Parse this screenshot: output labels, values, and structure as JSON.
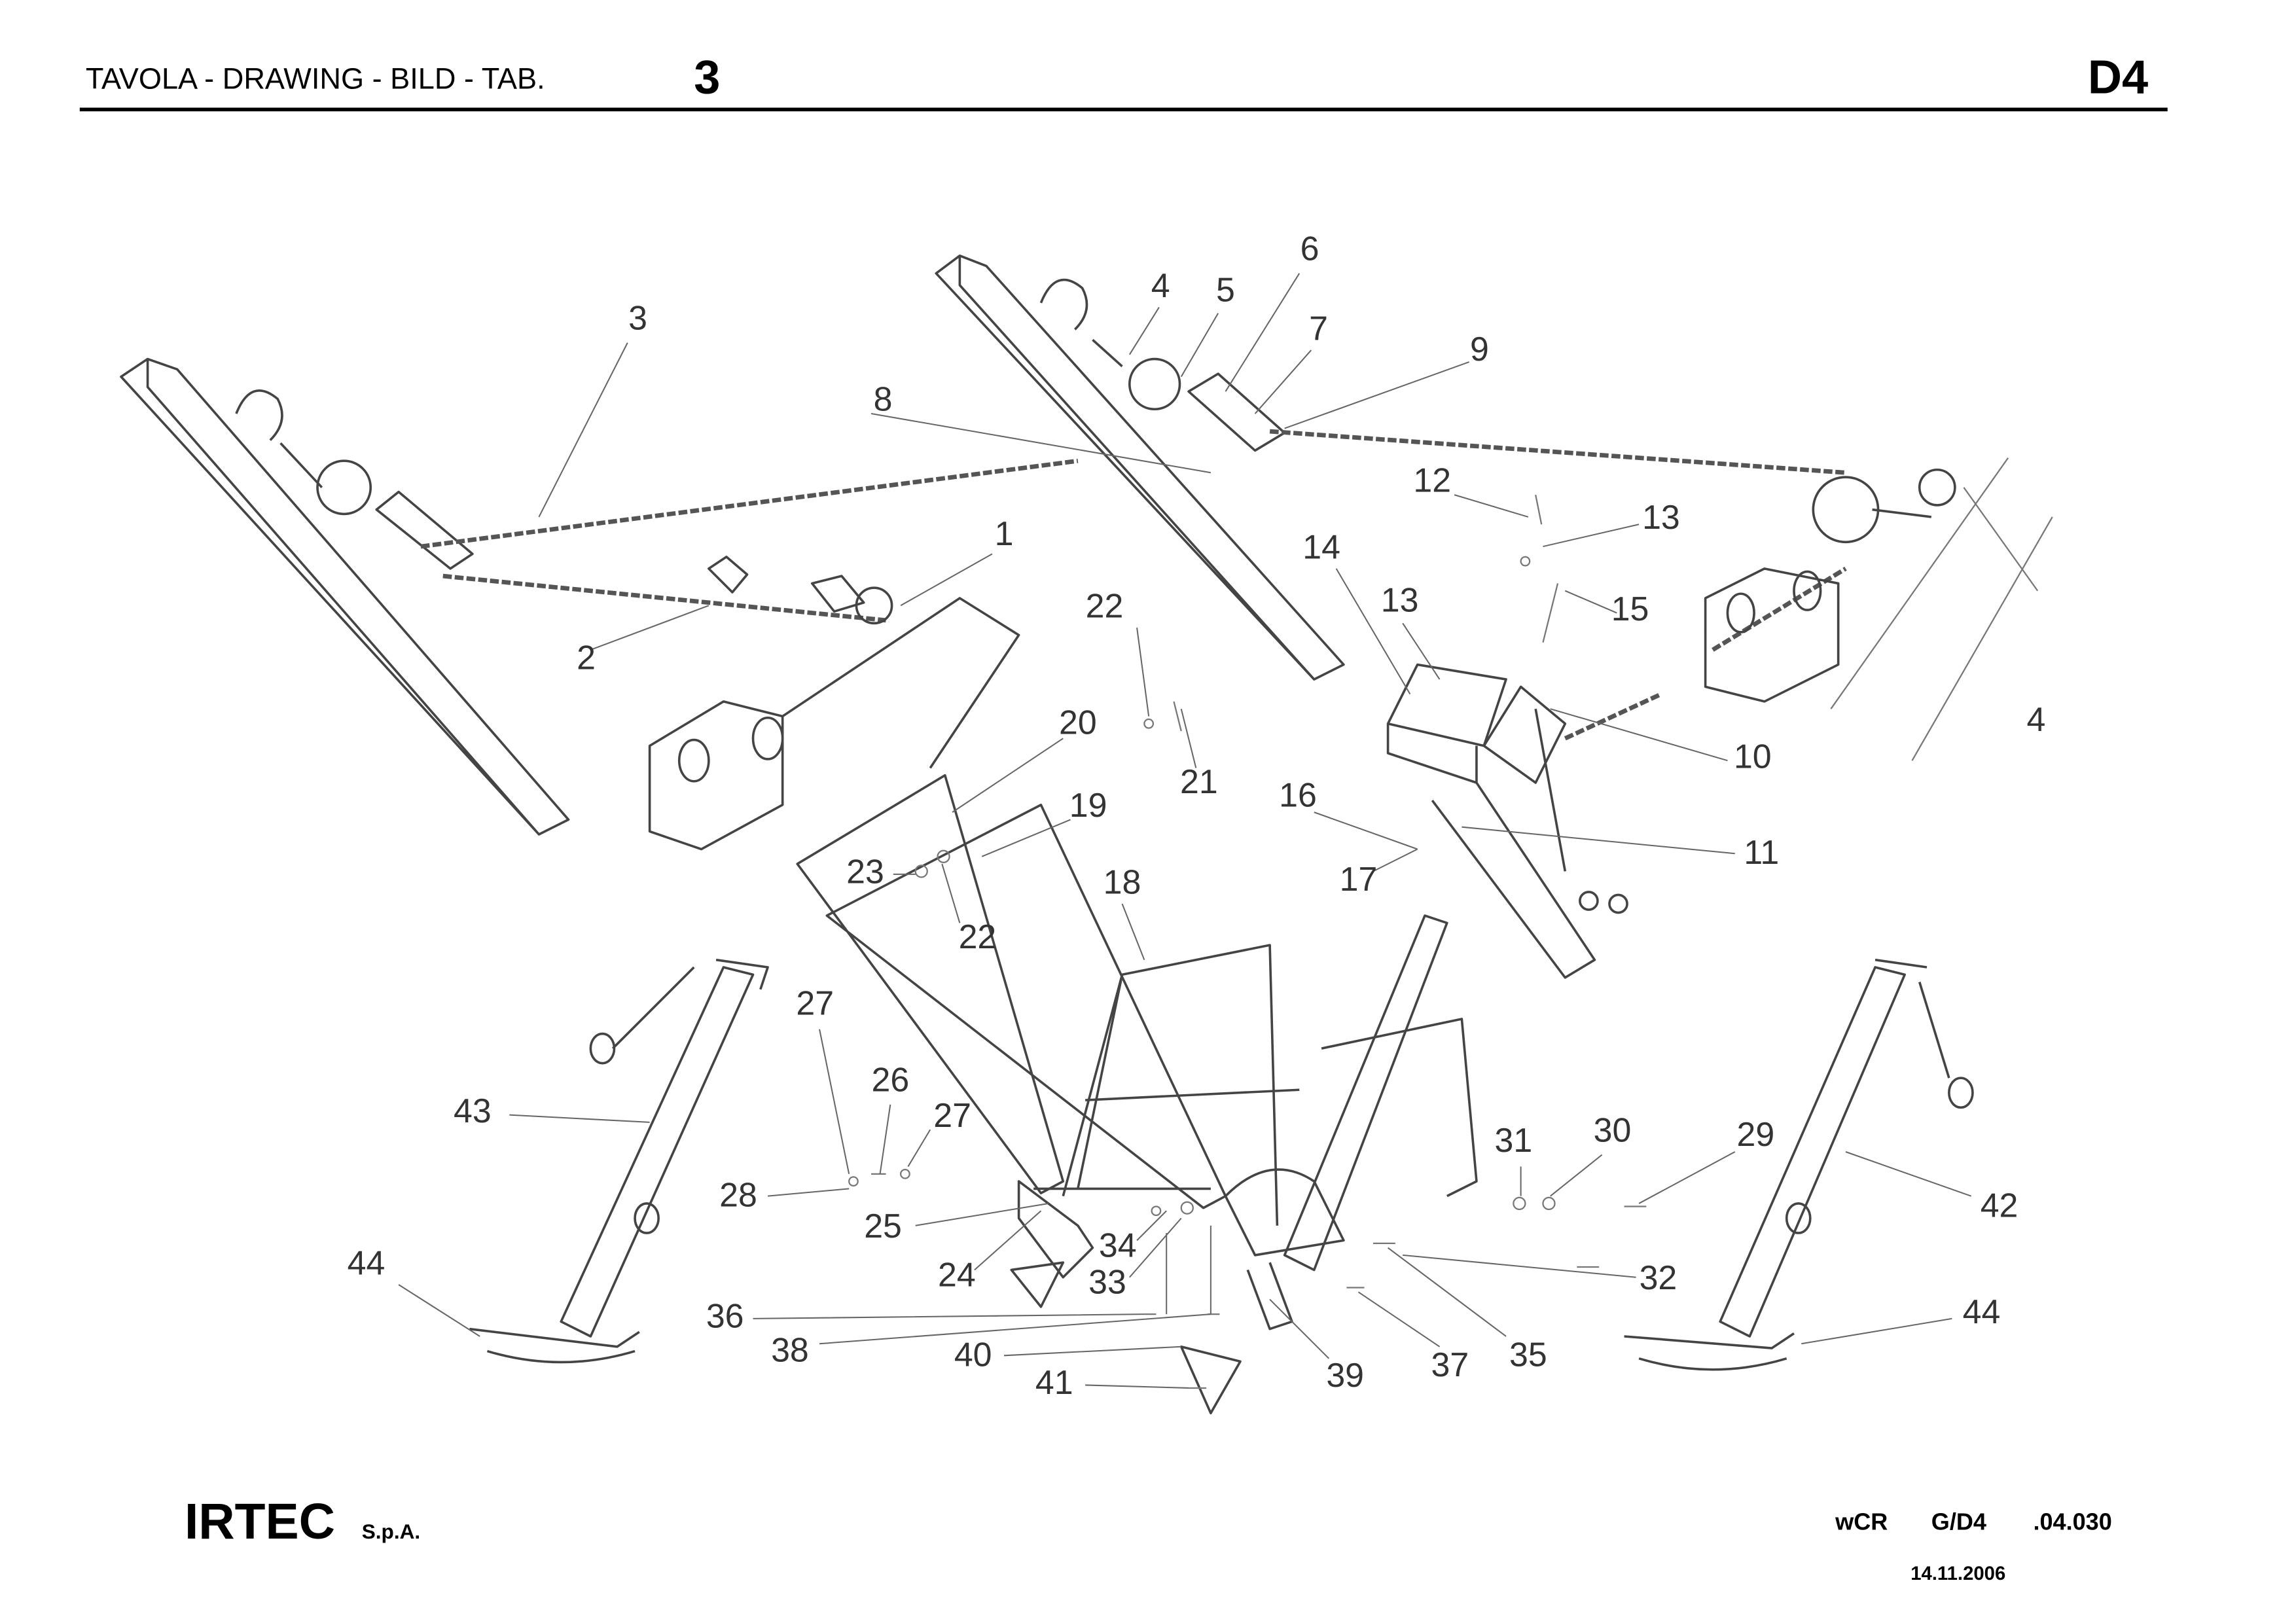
{
  "header": {
    "title": "TAVOLA - DRAWING - BILD - TAB.",
    "table_number": "3",
    "sheet_code": "D4"
  },
  "footer": {
    "company": "IRTEC",
    "company_suffix": "S.p.A.",
    "code_model": "wCR",
    "code_group": "G/D4",
    "code_number": ".04.030",
    "date": "14.11.2006"
  },
  "drawing": {
    "callouts": [
      "3",
      "4",
      "5",
      "6",
      "7",
      "9",
      "8",
      "12",
      "13",
      "14",
      "13",
      "15",
      "1",
      "2",
      "22",
      "20",
      "21",
      "19",
      "16",
      "17",
      "10",
      "11",
      "4",
      "23",
      "22",
      "18",
      "27",
      "26",
      "27",
      "43",
      "28",
      "25",
      "34",
      "33",
      "24",
      "31",
      "30",
      "29",
      "42",
      "32",
      "44",
      "44",
      "36",
      "38",
      "40",
      "41",
      "39",
      "37",
      "35"
    ]
  }
}
